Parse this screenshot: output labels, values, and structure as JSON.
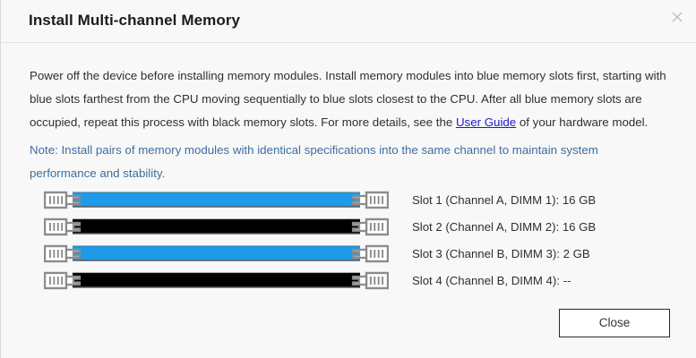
{
  "dialog": {
    "title": "Install Multi-channel Memory",
    "close_icon": "close-icon",
    "body_text_part1": "Power off the device before installing memory modules. Install memory modules into blue memory slots first, starting with blue slots farthest from the CPU moving sequentially to blue slots closest to the CPU. After all blue memory slots are occupied, repeat this process with black memory slots. For more details, see the ",
    "link_label": "User Guide",
    "body_text_part2": " of your hardware model.",
    "note": "Note: Install pairs of memory modules with identical specifications into the same channel to maintain system performance and stability."
  },
  "colors": {
    "blue_slot": "#1d9ae8",
    "black_slot": "#000000",
    "clip_outline": "#8c8c8c",
    "link": "#1a19cf",
    "note_text": "#3d6e9e",
    "background": "#f8f8f8",
    "button_border": "#2b2b2b"
  },
  "slots": [
    {
      "color": "blue",
      "label": "Slot 1 (Channel A, DIMM 1): 16 GB"
    },
    {
      "color": "black",
      "label": "Slot 2 (Channel A, DIMM 2): 16 GB"
    },
    {
      "color": "blue",
      "label": "Slot 3 (Channel B, DIMM 3): 2 GB"
    },
    {
      "color": "black",
      "label": "Slot 4 (Channel B, DIMM 4): --"
    }
  ],
  "footer": {
    "close_label": "Close"
  }
}
